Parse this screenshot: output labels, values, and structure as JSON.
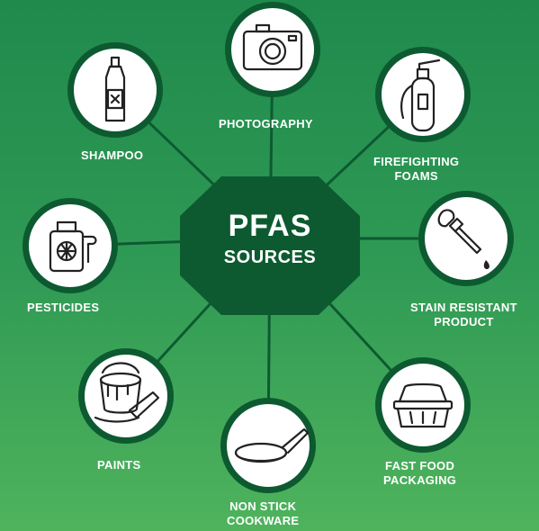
{
  "center": {
    "line1": "PFAS",
    "line2": "SOURCES"
  },
  "sources": {
    "photography": {
      "label": "PHOTOGRAPHY",
      "icon": "camera-icon"
    },
    "firefighting": {
      "line1": "FIREFIGHTING",
      "line2": "FOAMS",
      "icon": "fire-extinguisher-icon"
    },
    "stain": {
      "line1": "STAIN RESISTANT",
      "line2": "PRODUCT",
      "icon": "dropper-icon"
    },
    "fastfood": {
      "line1": "FAST FOOD",
      "line2": "PACKAGING",
      "icon": "food-container-icon"
    },
    "cookware": {
      "line1": "NON STICK",
      "line2": "COOKWARE",
      "icon": "frying-pan-icon"
    },
    "paints": {
      "label": "PAINTS",
      "icon": "paint-can-icon"
    },
    "pesticides": {
      "label": "PESTICIDES",
      "icon": "pesticide-sprayer-icon"
    },
    "shampoo": {
      "label": "SHAMPOO",
      "icon": "shampoo-bottle-icon"
    }
  },
  "colors": {
    "background_top": "#1f8a4c",
    "background_bottom": "#4fb35c",
    "hub": "#0d5a31",
    "node_face": "#ffffff",
    "text": "#ffffff"
  }
}
